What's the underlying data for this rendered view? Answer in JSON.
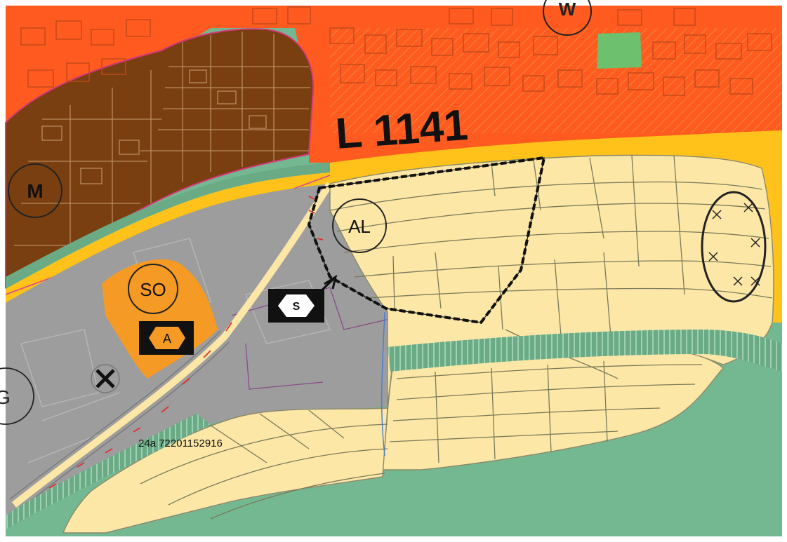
{
  "map": {
    "road_label": "L 1141",
    "zones": {
      "residential_north": "W",
      "mixed_west": "M",
      "special_area": "SO",
      "planned_area": "AL",
      "commercial_west": "G"
    },
    "symbols": {
      "a_label": "A",
      "s_label": "S"
    },
    "parcel_label": "24a 72201152916",
    "colors": {
      "residential": "#ff5a1f",
      "mixed_use": "#7a3f10",
      "road": "#ffc21a",
      "green_area": "#74b892",
      "agricultural": "#fde7a6",
      "commercial": "#9d9d9d",
      "special_area": "#f59a24",
      "boundary_pink": "#e0408a",
      "park": "#6cc06e"
    }
  }
}
